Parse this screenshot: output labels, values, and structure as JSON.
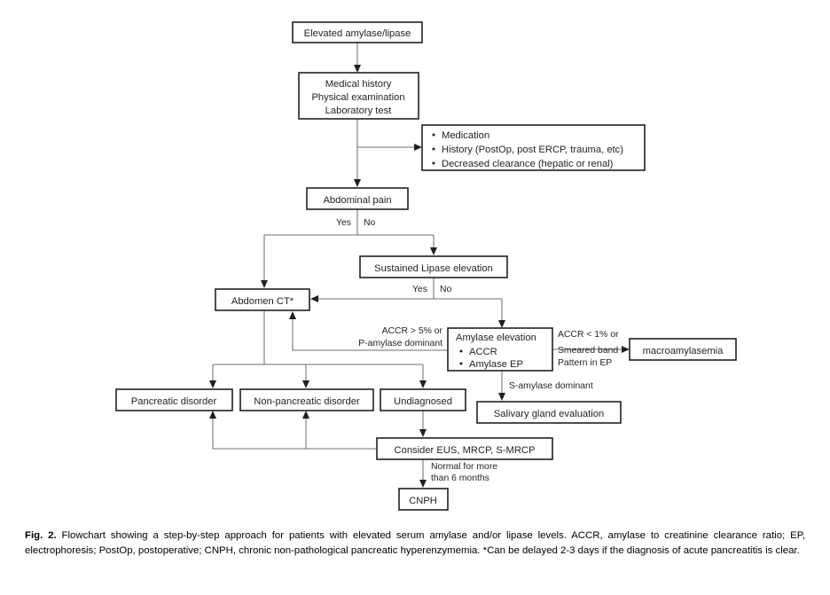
{
  "figure": {
    "caption_label": "Fig. 2.",
    "caption_text": " Flowchart showing a step-by-step approach for patients with elevated serum amylase and/or lipase levels. ACCR, amylase to creatinine clearance ratio; EP, electrophoresis; PostOp, postoperative; CNPH, chronic non-pathological pancreatic hyperenzymemia. *Can be delayed 2-3 days if the diagnosis of acute pancreatitis is clear."
  },
  "colors": {
    "box_stroke": "#231f20",
    "edge_stroke": "#6f6f70",
    "text": "#231f20",
    "background": "#ffffff"
  },
  "chart_data": {
    "type": "diagram",
    "title": "Flowchart showing a step-by-step approach for patients with elevated serum amylase and/or lipase levels",
    "nodes": [
      {
        "id": "elevated",
        "label": "Elevated amylase/lipase"
      },
      {
        "id": "workup",
        "label": "Medical history\nPhysical examination\nLaboratory test"
      },
      {
        "id": "causes",
        "label": "Medication / History (PostOp, post ERCP, trauma, etc) / Decreased clearance (hepatic or renal)"
      },
      {
        "id": "abdpain",
        "label": "Abdominal pain"
      },
      {
        "id": "lipase",
        "label": "Sustained Lipase elevation"
      },
      {
        "id": "ct",
        "label": "Abdomen CT*"
      },
      {
        "id": "amylase",
        "label": "Amylase elevation / ACCR / Amylase EP"
      },
      {
        "id": "macro",
        "label": "macroamylasemia"
      },
      {
        "id": "pancreatic",
        "label": "Pancreatic disorder"
      },
      {
        "id": "nonpanc",
        "label": "Non-pancreatic disorder"
      },
      {
        "id": "undiag",
        "label": "Undiagnosed"
      },
      {
        "id": "salivary",
        "label": "Salivary gland evaluation"
      },
      {
        "id": "eus",
        "label": "Consider EUS, MRCP, S-MRCP"
      },
      {
        "id": "cnph",
        "label": "CNPH"
      }
    ],
    "edges": [
      {
        "from": "elevated",
        "to": "workup",
        "label": ""
      },
      {
        "from": "workup",
        "to": "causes",
        "label": ""
      },
      {
        "from": "workup",
        "to": "abdpain",
        "label": ""
      },
      {
        "from": "abdpain",
        "to": "ct",
        "label": "Yes"
      },
      {
        "from": "abdpain",
        "to": "lipase",
        "label": "No"
      },
      {
        "from": "lipase",
        "to": "ct",
        "label": "Yes"
      },
      {
        "from": "lipase",
        "to": "amylase",
        "label": "No"
      },
      {
        "from": "amylase",
        "to": "ct",
        "label": "ACCR > 5% or P-amylase dominant"
      },
      {
        "from": "amylase",
        "to": "macro",
        "label": "ACCR < 1% or Smeared band Pattern in EP"
      },
      {
        "from": "amylase",
        "to": "salivary",
        "label": "S-amylase dominant"
      },
      {
        "from": "ct",
        "to": "pancreatic",
        "label": ""
      },
      {
        "from": "ct",
        "to": "nonpanc",
        "label": ""
      },
      {
        "from": "ct",
        "to": "undiag",
        "label": ""
      },
      {
        "from": "undiag",
        "to": "eus",
        "label": ""
      },
      {
        "from": "eus",
        "to": "pancreatic",
        "label": ""
      },
      {
        "from": "eus",
        "to": "nonpanc",
        "label": ""
      },
      {
        "from": "eus",
        "to": "cnph",
        "label": "Normal for more than 6 months"
      }
    ]
  },
  "boxes": {
    "elevated": {
      "text": "Elevated amylase/lipase"
    },
    "workup": {
      "line1": "Medical history",
      "line2": "Physical examination",
      "line3": "Laboratory test"
    },
    "causes": {
      "item1": "Medication",
      "item2": "History (PostOp, post ERCP, trauma, etc)",
      "item3": "Decreased clearance (hepatic or renal)"
    },
    "abdominal_pain": {
      "text": "Abdominal pain"
    },
    "sustained_lipase": {
      "text": "Sustained Lipase elevation"
    },
    "abdomen_ct": {
      "text": "Abdomen CT*"
    },
    "amylase_elevation": {
      "title": "Amylase elevation",
      "item1": "ACCR",
      "item2": "Amylase EP"
    },
    "macroamylasemia": {
      "text": "macroamylasemia"
    },
    "pancreatic_disorder": {
      "text": "Pancreatic disorder"
    },
    "non_pancreatic_disorder": {
      "text": "Non-pancreatic disorder"
    },
    "undiagnosed": {
      "text": "Undiagnosed"
    },
    "salivary_gland": {
      "text": "Salivary gland evaluation"
    },
    "consider_eus": {
      "text": "Consider EUS, MRCP, S-MRCP"
    },
    "cnph": {
      "text": "CNPH"
    }
  },
  "edge_labels": {
    "pain_yes": "Yes",
    "pain_no": "No",
    "lipase_yes": "Yes",
    "lipase_no": "No",
    "accr_high_1": "ACCR > 5% or",
    "accr_high_2": "P-amylase dominant",
    "accr_low_1": "ACCR < 1% or",
    "accr_low_2": "Smeared band",
    "accr_low_3": "Pattern in EP",
    "s_amylase": "S-amylase dominant",
    "normal_1": "Normal for more",
    "normal_2": "than 6 months"
  }
}
